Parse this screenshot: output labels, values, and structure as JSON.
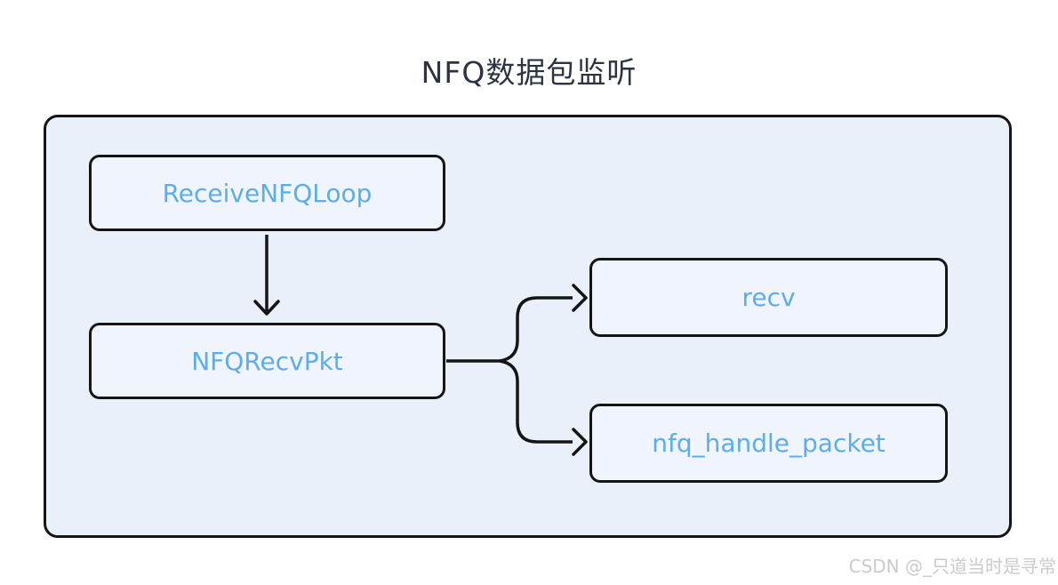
{
  "title": "NFQ数据包监听",
  "nodes": [
    {
      "id": "ReceiveNFQLoop",
      "label": "ReceiveNFQLoop"
    },
    {
      "id": "NFQRecvPkt",
      "label": "NFQRecvPkt"
    },
    {
      "id": "recv",
      "label": "recv"
    },
    {
      "id": "nfq_handle_packet",
      "label": "nfq_handle_packet"
    }
  ],
  "edges": [
    {
      "from": "ReceiveNFQLoop",
      "to": "NFQRecvPkt",
      "style": "straight-down-arrow"
    },
    {
      "from": "NFQRecvPkt",
      "to": "recv",
      "style": "fork-up-arrow"
    },
    {
      "from": "NFQRecvPkt",
      "to": "nfq_handle_packet",
      "style": "fork-down-arrow"
    }
  ],
  "colors": {
    "line": "#151515",
    "title_text": "#2b3440",
    "node_text": "#5dade8",
    "node_bg": "#f0f4fc",
    "container_bg": "#e9f0fa",
    "watermark_text": "#cbcbcb",
    "page_bg": "#ffffff"
  },
  "watermark": "CSDN @_只道当时是寻常"
}
